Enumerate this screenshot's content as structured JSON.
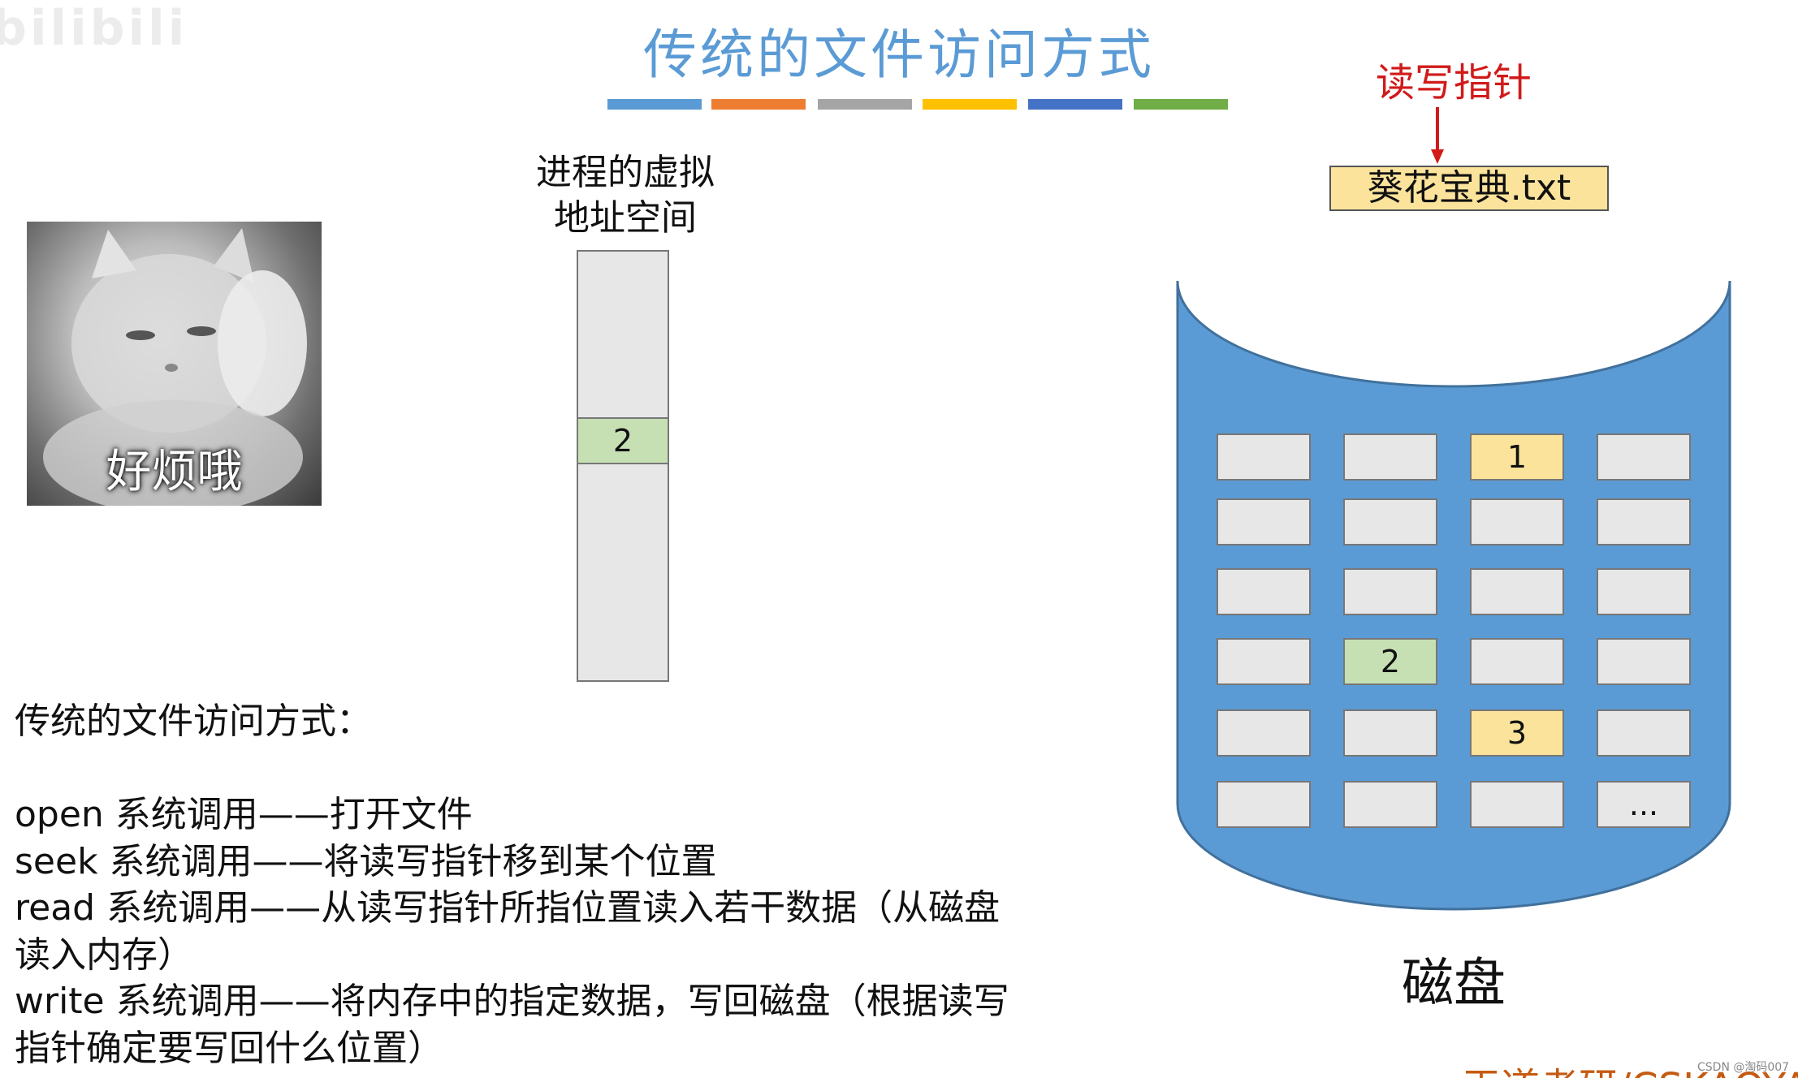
{
  "slide": {
    "title": "传统的文件访问方式",
    "title_color": "#5b9bd5",
    "accent_bars": [
      "#5b9bd5",
      "#ed7d31",
      "#a5a5a5",
      "#ffc000",
      "#4472c4",
      "#70ad47"
    ]
  },
  "watermark": {
    "text": "bilibili"
  },
  "pointer": {
    "label": "读写指针",
    "label_color": "#d11a1a",
    "file_name": "葵花宝典.txt"
  },
  "process_space": {
    "label_line1": "进程的虚拟",
    "label_line2": "地址空间",
    "cell_value": "2"
  },
  "meme": {
    "caption": "好烦哦"
  },
  "notes": {
    "heading": "传统的文件访问方式：",
    "lines": [
      "open 系统调用——打开文件",
      "seek 系统调用——将读写指针移到某个位置",
      "read 系统调用——从读写指针所指位置读入若干数据（从磁盘",
      "读入内存）",
      "write 系统调用——将内存中的指定数据，写回磁盘（根据读写",
      "指针确定要写回什么位置）"
    ]
  },
  "disk": {
    "label": "磁盘",
    "body_color": "#5b9bd5",
    "blocks": [
      [
        "",
        "",
        "1",
        ""
      ],
      [
        "",
        "",
        "",
        ""
      ],
      [
        "",
        "",
        "",
        ""
      ],
      [
        "",
        "2",
        "",
        ""
      ],
      [
        "",
        "",
        "3",
        ""
      ],
      [
        "",
        "",
        "",
        "..."
      ]
    ],
    "highlight_colors": {
      "1": "#fbe39c",
      "3": "#fbe39c",
      "2": "#c6e0b4"
    }
  },
  "footer": {
    "brand": "王道考研/CSKAOYAN",
    "credit": "CSDN @淘码007"
  }
}
